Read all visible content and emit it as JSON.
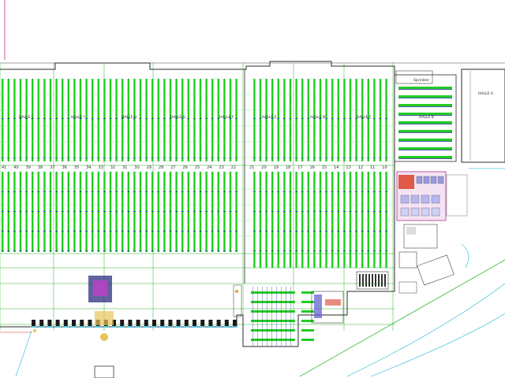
{
  "drawing": {
    "hall_labels": [
      "HALLE J",
      "HALLE I",
      "HALLE H",
      "HALLE G",
      "HALLE F",
      "HALLE E",
      "HALLE D",
      "HALLE C",
      "HALLE B",
      "HALLE A"
    ],
    "aisle_numbers": [
      "41",
      "40",
      "39",
      "38",
      "37",
      "36",
      "35",
      "34",
      "33",
      "32",
      "31",
      "30",
      "29",
      "28",
      "27",
      "26",
      "25",
      "24",
      "23",
      "22",
      "21",
      "20",
      "19",
      "18",
      "17",
      "16",
      "15",
      "14",
      "13",
      "12",
      "11",
      "10"
    ],
    "annex_label": "Sprinkler",
    "colors": {
      "rack_green": "#22cc22",
      "rack_blue": "#1f2f9e",
      "wall_line": "#2a2a2a",
      "grid_line": "#2fb52f",
      "road_cyan": "#55c8e0",
      "marker_red": "#d62a2a",
      "marker_magenta": "#b0308a"
    }
  }
}
